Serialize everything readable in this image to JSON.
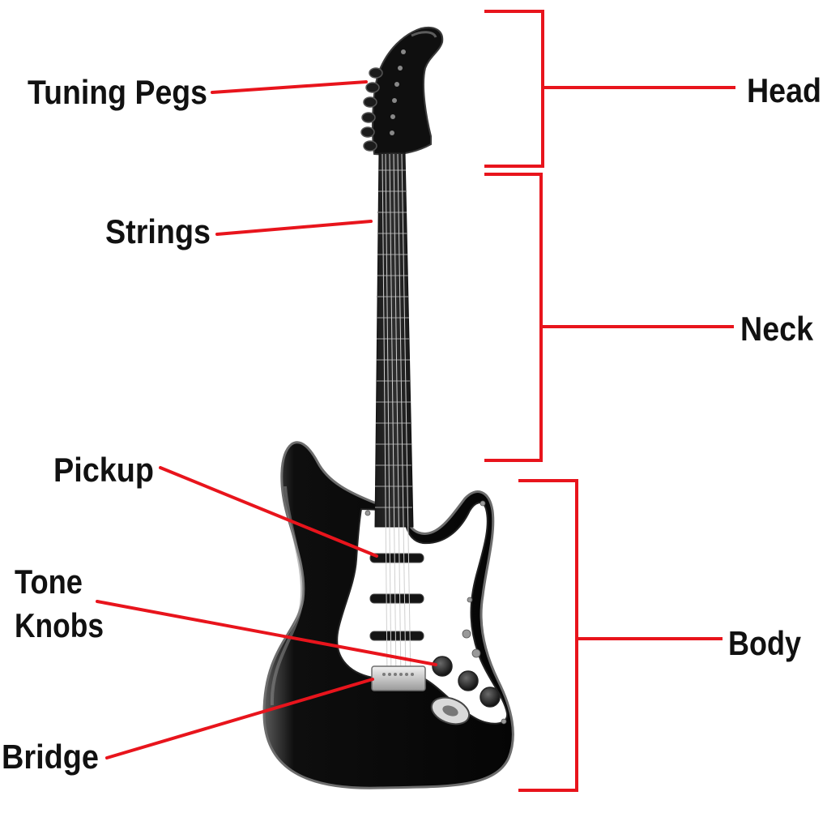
{
  "part_labels": {
    "tuning_pegs": "Tuning Pegs",
    "strings": "Strings",
    "pickup": "Pickup",
    "tone_knobs_line1": "Tone",
    "tone_knobs_line2": "Knobs",
    "bridge": "Bridge"
  },
  "section_labels": {
    "head": "Head",
    "neck": "Neck",
    "body": "Body"
  },
  "colors": {
    "callout_line": "#e8141c",
    "guitar_body": "#0d0d0d",
    "pickguard": "#ffffff",
    "label_text": "#111111"
  }
}
